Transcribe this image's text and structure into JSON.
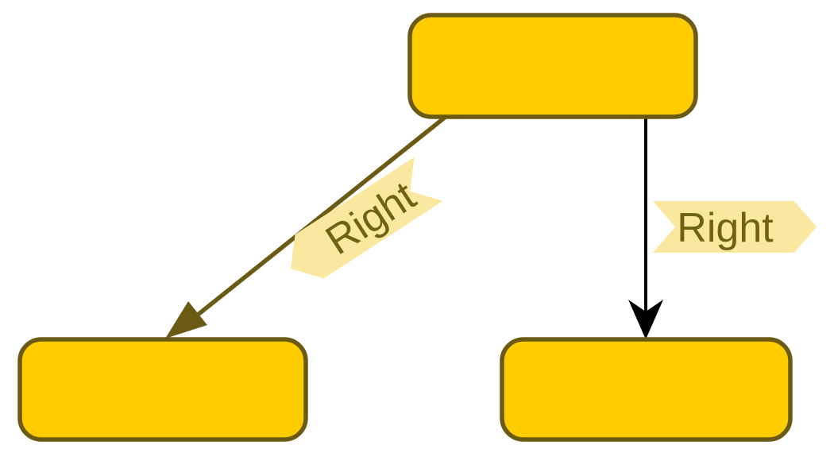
{
  "canvas": {
    "background": "#FFFFFF"
  },
  "nodes": [
    {
      "id": "top",
      "label": "",
      "fill": "#FFCC00",
      "border": "#6B5A14"
    },
    {
      "id": "bottom-left",
      "label": "",
      "fill": "#FFCC00",
      "border": "#6B5A14"
    },
    {
      "id": "bottom-right",
      "label": "",
      "fill": "#FFCC00",
      "border": "#6B5A14"
    }
  ],
  "edges": [
    {
      "from": "top",
      "to": "bottom-left",
      "label": "Right",
      "line_color": "#6B5A14"
    },
    {
      "from": "top",
      "to": "bottom-right",
      "label": "Right",
      "line_color": "#000000"
    }
  ],
  "label_style": {
    "background": "#FBE8A0",
    "text_color": "#6E6315"
  }
}
